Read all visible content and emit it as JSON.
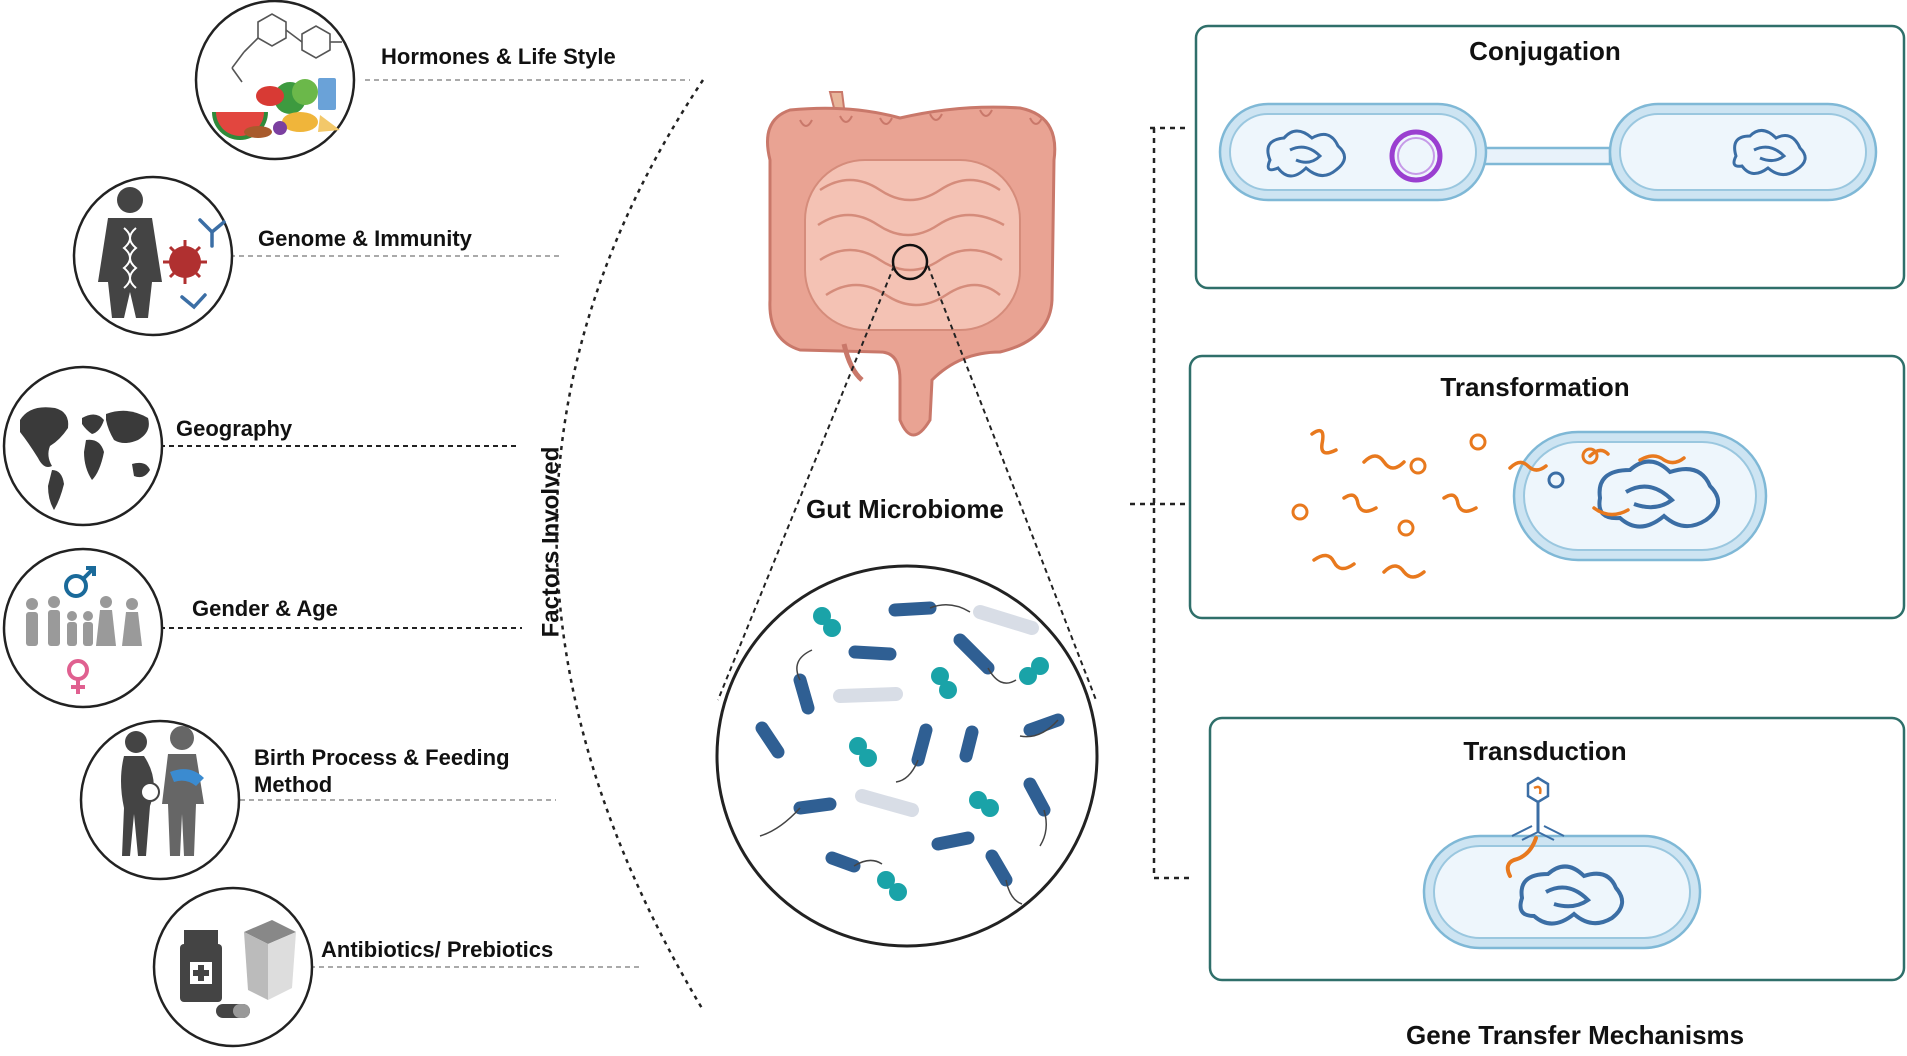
{
  "factors": {
    "axis_label": "Factors Involved",
    "items": [
      {
        "label": "Hormones & Life Style",
        "icon": "food-hormone-icon"
      },
      {
        "label": "Genome & Immunity",
        "icon": "dna-human-virus-icon"
      },
      {
        "label": "Geography",
        "icon": "world-map-icon"
      },
      {
        "label": "Gender & Age",
        "icon": "family-gender-icon"
      },
      {
        "label": "Birth Process & Feeding Method",
        "icon": "mother-baby-icon"
      },
      {
        "label": "Antibiotics/ Prebiotics",
        "icon": "medicine-yogurt-icon"
      }
    ]
  },
  "center": {
    "title": "Gut Microbiome",
    "icons": [
      "intestine-icon",
      "bacteria-magnified-icon"
    ]
  },
  "mechanisms": {
    "footer": "Gene Transfer Mechanisms",
    "items": [
      {
        "title": "Conjugation",
        "icon": "conjugation-bacteria-icon"
      },
      {
        "title": "Transformation",
        "icon": "transformation-bacteria-icon"
      },
      {
        "title": "Transduction",
        "icon": "transduction-phage-icon"
      }
    ]
  },
  "colors": {
    "intestine": "#e9a393",
    "intestine_dark": "#c9786a",
    "bacteria_blue": "#3b6ea5",
    "bacteria_teal": "#1aa3a8",
    "dna_orange": "#e8791e",
    "plasmid_purple": "#9a3fd0",
    "box_border": "#2f6f6a",
    "cell_border": "#7fb8d6"
  }
}
